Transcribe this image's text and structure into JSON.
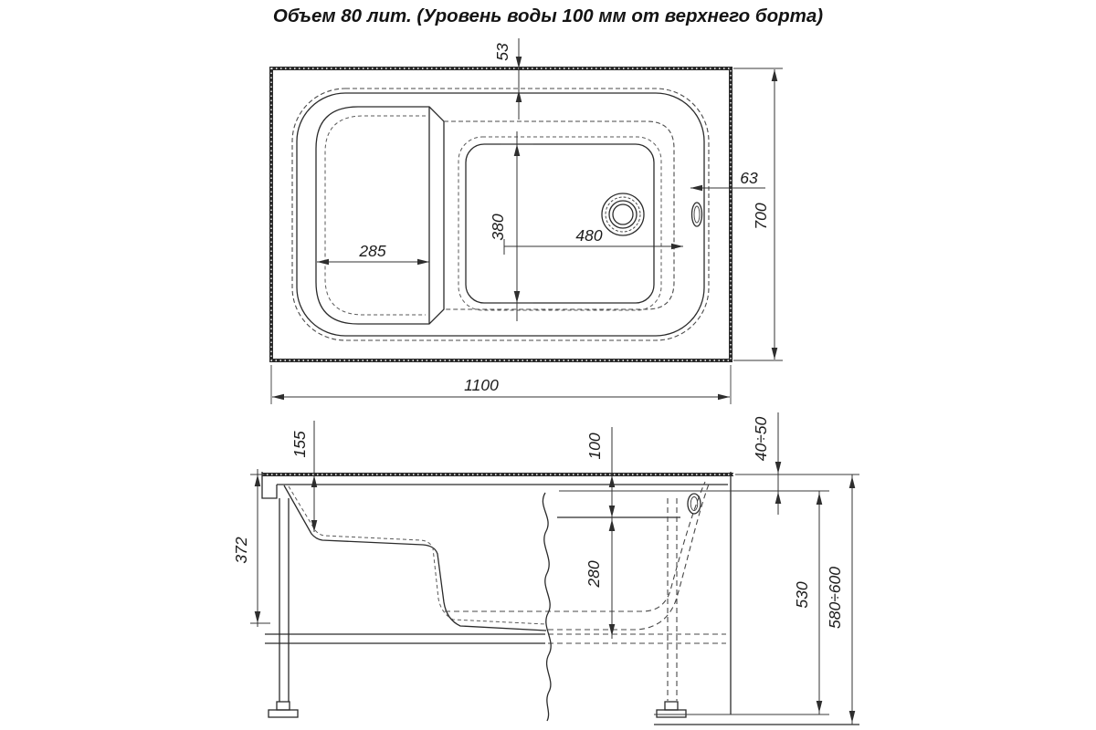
{
  "title": "Объем 80 лит. (Уровень воды 100 мм от верхнего борта)",
  "top_view": {
    "dims": {
      "rim_top": "53",
      "overflow_inset": "63",
      "width": "700",
      "length": "1100",
      "seat_length": "285",
      "bottom_width": "380",
      "bottom_length": "480"
    }
  },
  "side_view": {
    "dims": {
      "seat_depth": "155",
      "total_depth": "372",
      "water_level_from_rim": "100",
      "rim_flange_height": "40÷50",
      "water_depth": "280",
      "body_height": "530",
      "overall_height": "580÷600"
    }
  }
}
